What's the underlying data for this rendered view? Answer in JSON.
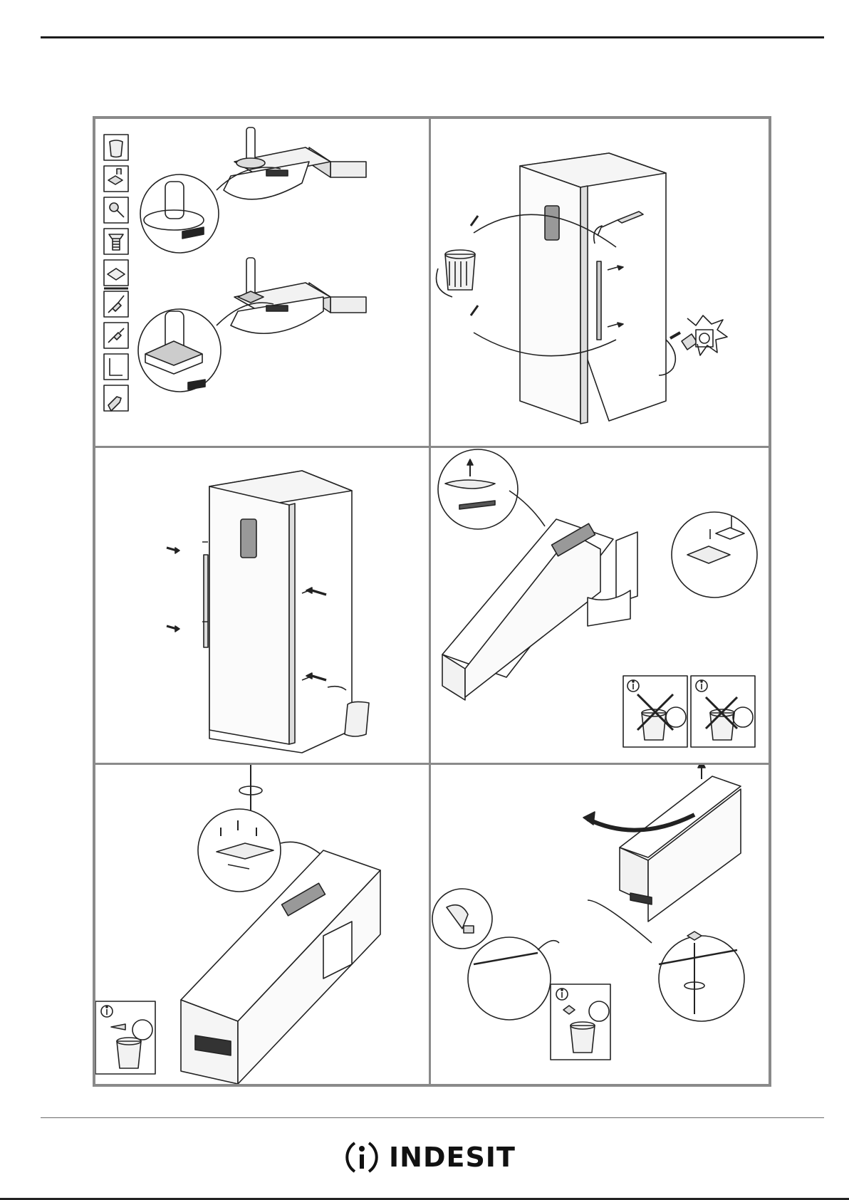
{
  "brand": {
    "name": "INDESIT",
    "logo_icon": "indesit-i-circle-logo",
    "color": "#111111"
  },
  "figure": {
    "frame_color": "#8a8a8a",
    "panels": [
      {
        "step": 1,
        "depicts": "hinge-pin-and-bushing-detail"
      },
      {
        "step": 2,
        "depicts": "unplug-and-remove-door-handle"
      },
      {
        "step": 3,
        "depicts": "refit-handle-screws-opposite-side"
      },
      {
        "step": 4,
        "depicts": "lay-appliance-remove-covers"
      },
      {
        "step": 5,
        "depicts": "remove-bottom-hinge"
      },
      {
        "step": 6,
        "depicts": "lift-off-door-refit-hinge"
      }
    ],
    "tool_icons": [
      "bag-icon",
      "hinge-bracket-icon",
      "screw-icon",
      "plug-fastener-icon",
      "cover-plate-icon",
      "phillips-screwdriver-icon",
      "flat-screwdriver-icon",
      "allen-key-icon",
      "putty-knife-icon"
    ],
    "info_icon": "info-icon",
    "recycle_icon": "recycle-bin-icon"
  }
}
